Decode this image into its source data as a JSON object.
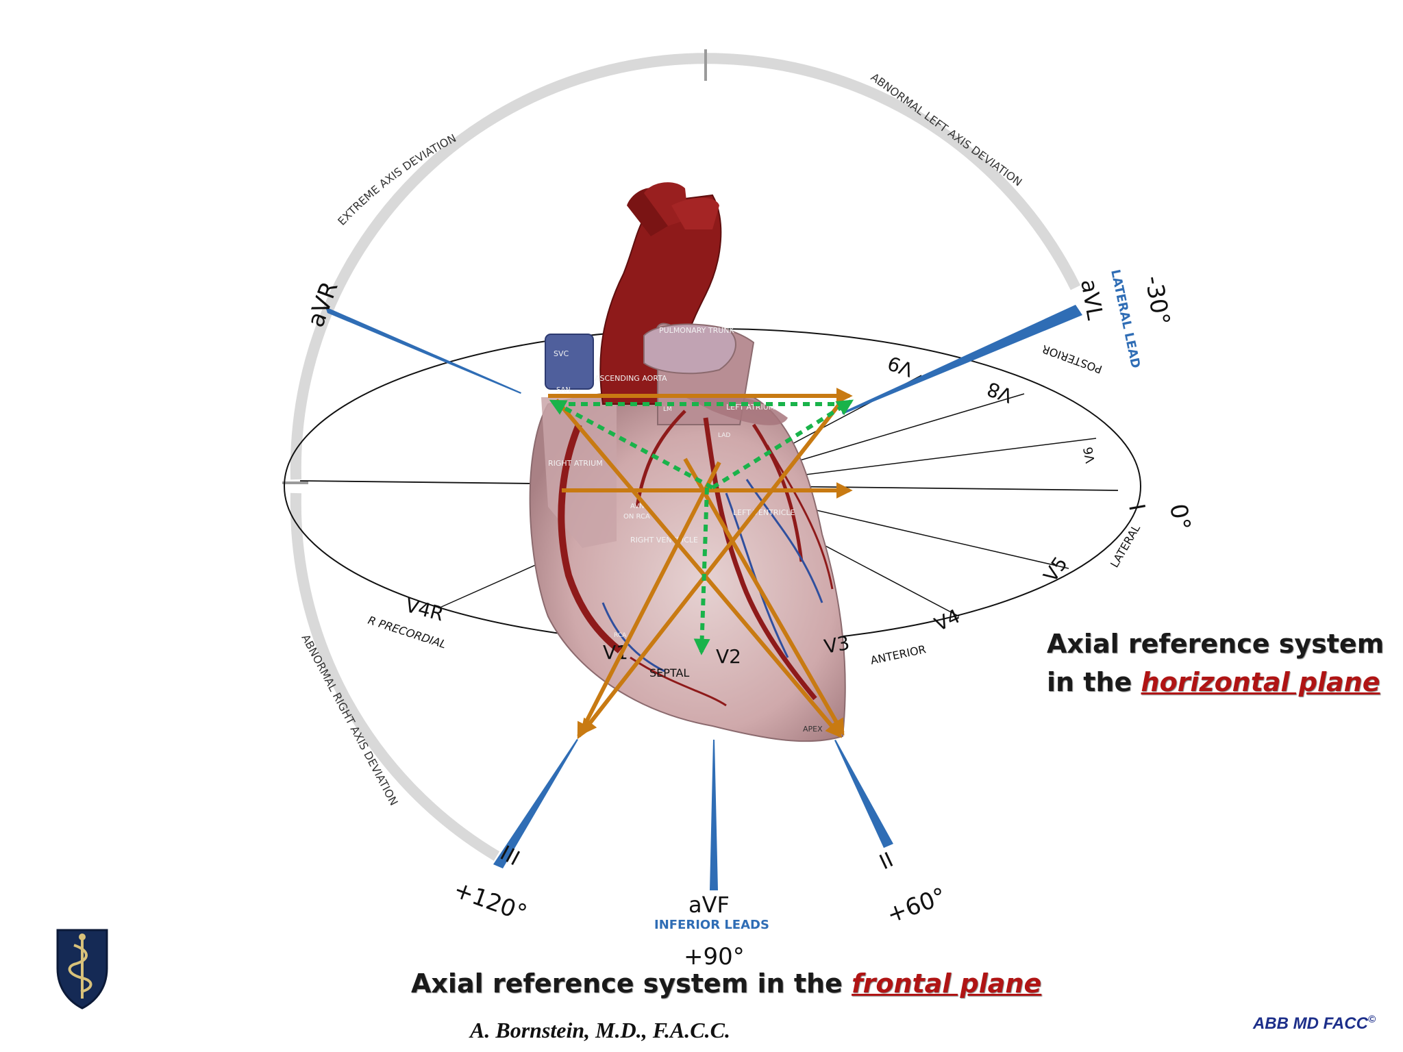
{
  "colors": {
    "ring": "#d9d9d9",
    "lead_blue": "#2f6db5",
    "arrow_orange": "#c87a12",
    "arrow_green": "#19b34a",
    "heart_red": "#8e1a1a",
    "heart_body": "#caa8a8",
    "heart_pink": "#dcc4c4",
    "caption_red": "#b01414",
    "copyright_blue": "#1d2f8a",
    "shield_navy": "#152a55"
  },
  "frontal": {
    "leads": {
      "avr": "aVR",
      "avl": "aVL",
      "i": "I",
      "ii": "II",
      "iii": "III",
      "avf": "aVF"
    },
    "degrees": {
      "minus30": "-30°",
      "zero": "0°",
      "plus60": "+60°",
      "plus90": "+90°",
      "plus120": "+120°"
    },
    "group_labels": {
      "lateral_lead": "LATERAL LEAD",
      "inferior_leads": "INFERIOR LEADS"
    },
    "zones": {
      "extreme": "EXTREME AXIS DEVIATION",
      "abnormal_left": "ABNORMAL LEFT AXIS DEVIATION",
      "abnormal_right": "ABNORMAL RIGHT AXIS DEVIATION"
    }
  },
  "horizontal": {
    "leads": {
      "v1": "V1",
      "v2": "V2",
      "v3": "V3",
      "v4": "V4",
      "v5": "V5",
      "v6": "V6",
      "v8": "V8",
      "v9": "V9",
      "v4r": "V4R"
    },
    "regions": {
      "posterior": "POSTERIOR",
      "lateral": "LATERAL",
      "anterior": "ANTERIOR",
      "septal": "SEPTAL",
      "r_precordial": "R PRECORDIAL"
    }
  },
  "heart": {
    "svc": "SVC",
    "san": "SAN",
    "ascending_aorta": "ASCENDING AORTA",
    "pulmonary_trunk": "PULMONARY TRUNK",
    "left_atrium": "LEFT ATRIUM",
    "right_atrium": "RIGHT ATRIUM",
    "avn": "AVN",
    "avn_sub": "ON RCA",
    "right_ventricle": "RIGHT VENTRICLE",
    "left_ventricle": "LEFT VENTRICLE",
    "apex": "APEX",
    "lm": "LM",
    "lad": "LAD",
    "rca": "RCA"
  },
  "captions": {
    "horizontal_prefix": "Axial reference system",
    "horizontal_line2_prefix": "in the ",
    "horizontal_emphasis": "horizontal plane",
    "frontal_prefix": "Axial reference system in the ",
    "frontal_emphasis": "frontal plane"
  },
  "author": "A. Bornstein, M.D., F.A.C.C.",
  "copyright": {
    "text": "ABB MD FACC",
    "mark": "©"
  }
}
